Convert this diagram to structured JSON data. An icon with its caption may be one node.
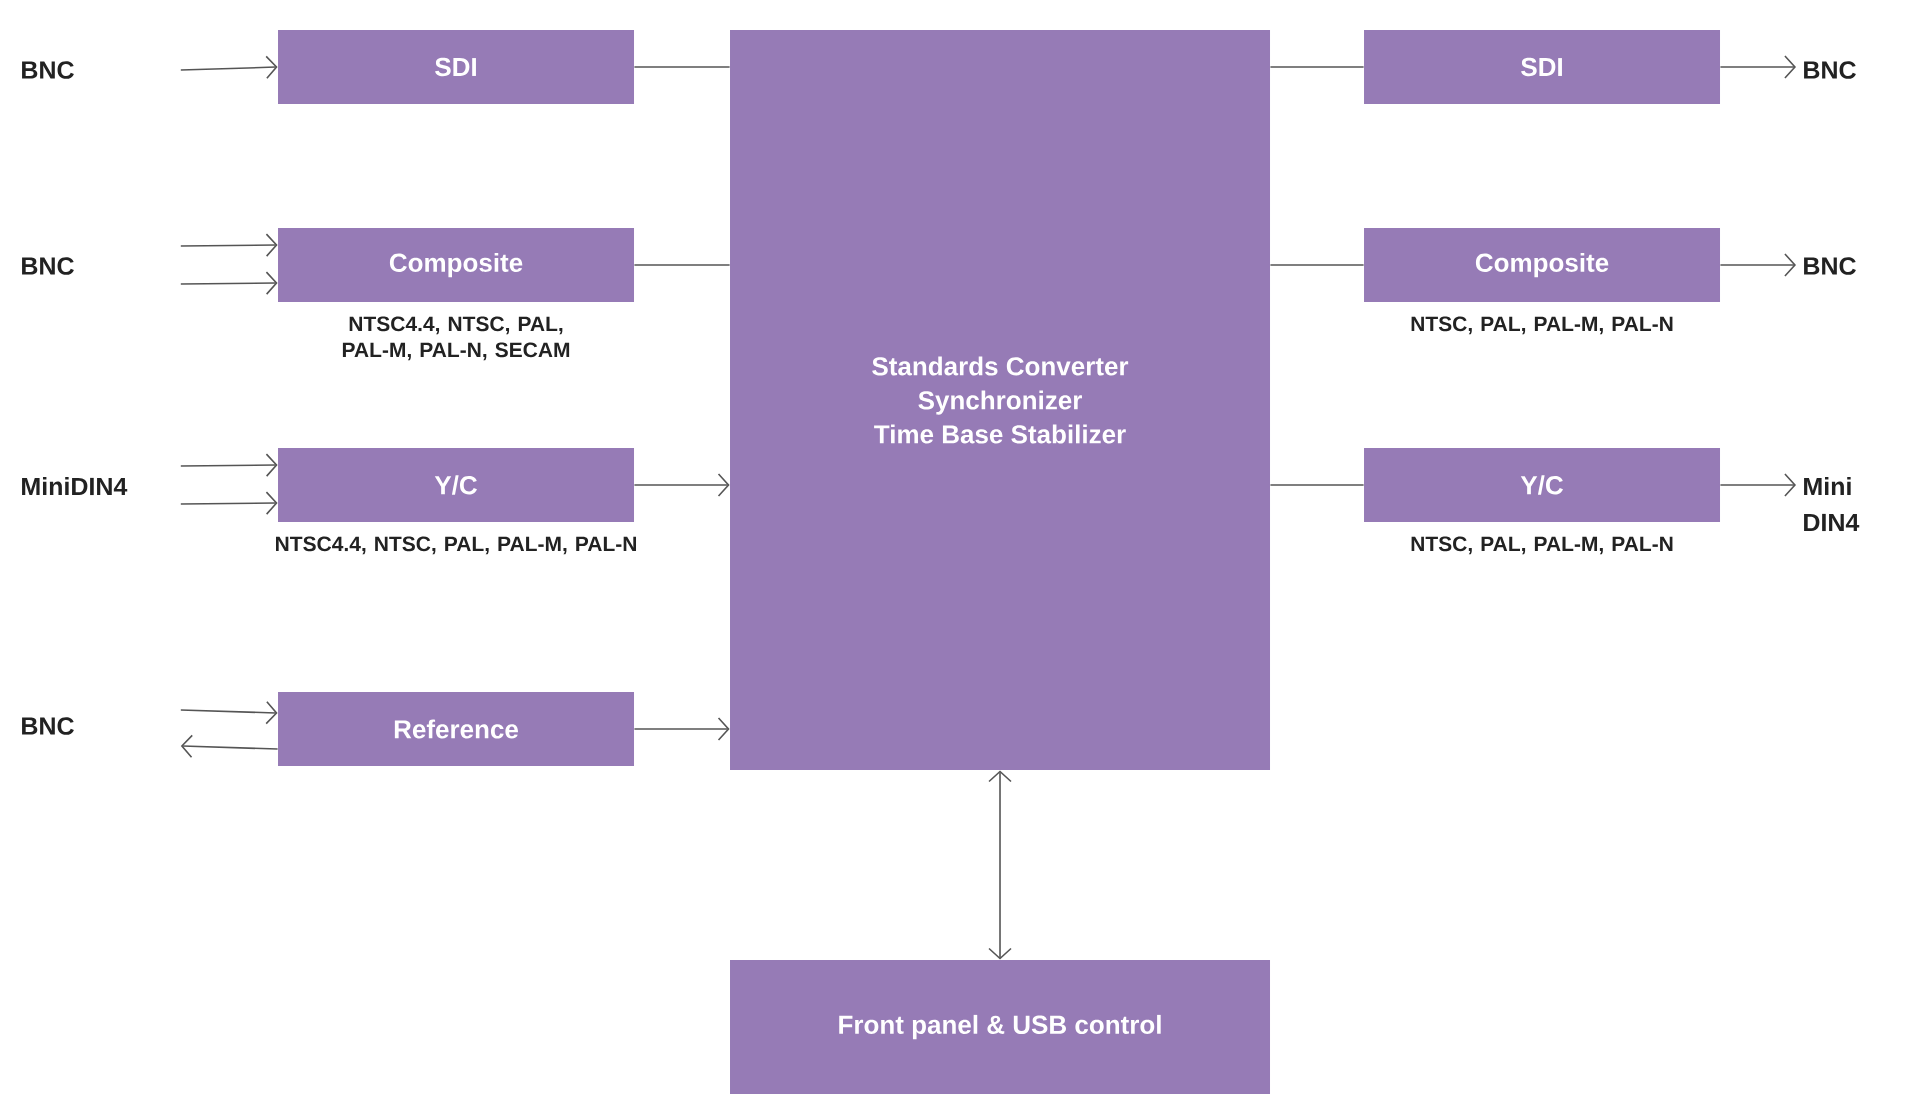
{
  "diagram": {
    "nodes": [
      {
        "text": [
          "BNC"
        ]
      },
      {
        "text": [
          "SDI"
        ]
      },
      {
        "text": [
          "Standards Converter",
          "Synchronizer",
          "Time Base Stabilizer"
        ]
      },
      {
        "text": [
          "SDI"
        ]
      },
      {
        "text": [
          "BNC"
        ]
      },
      {
        "text": [
          "BNC"
        ]
      },
      {
        "text": [
          "Composite"
        ],
        "beside": [
          "NTSC4.4, NTSC, PAL, PAL-M, PAL-N, SECAM"
        ]
      },
      {
        "text": [
          "Composite"
        ],
        "beside": [
          "NTSC, PAL, PAL-M, PAL-N"
        ]
      },
      {
        "text": [
          "BNC"
        ]
      },
      {
        "text": [
          "MiniDIN4"
        ]
      },
      {
        "text": [
          "Y/C"
        ],
        "beside": [
          "NTSC4.4, NTSC, PAL, PAL-M, PAL-N"
        ]
      },
      {
        "text": [
          "Y/C"
        ],
        "beside": [
          "NTSC, PAL, PAL-M, PAL-N"
        ]
      },
      {
        "text": [
          "Mini DIN4"
        ]
      },
      {
        "text": [
          "BNC"
        ]
      },
      {
        "text": [
          "Reference"
        ]
      },
      {
        "text": [
          "Front panel & USB control"
        ]
      }
    ],
    "edges": [
      {
        "from": 0,
        "to": 1,
        "arrow": "to"
      },
      {
        "from": 1,
        "to": 2,
        "arrow": "none"
      },
      {
        "from": 2,
        "to": 3,
        "arrow": "none"
      },
      {
        "from": 3,
        "to": 4,
        "arrow": "to"
      },
      {
        "from": 5,
        "to": 6,
        "arrow": "to"
      },
      {
        "from": 5,
        "to": 6,
        "arrow": "to"
      },
      {
        "from": 6,
        "to": 2,
        "arrow": "none"
      },
      {
        "from": 2,
        "to": 7,
        "arrow": "none"
      },
      {
        "from": 7,
        "to": 8,
        "arrow": "to"
      },
      {
        "from": 9,
        "to": 10,
        "arrow": "to"
      },
      {
        "from": 9,
        "to": 10,
        "arrow": "to"
      },
      {
        "from": 10,
        "to": 2,
        "arrow": "to"
      },
      {
        "from": 2,
        "to": 11,
        "arrow": "none"
      },
      {
        "from": 11,
        "to": 12,
        "arrow": "to"
      },
      {
        "from": 13,
        "to": 14,
        "arrow": "to"
      },
      {
        "from": 14,
        "to": 13,
        "arrow": "to"
      },
      {
        "from": 14,
        "to": 2,
        "arrow": "to"
      },
      {
        "from": 2,
        "to": 15,
        "arrow": "both"
      }
    ]
  }
}
